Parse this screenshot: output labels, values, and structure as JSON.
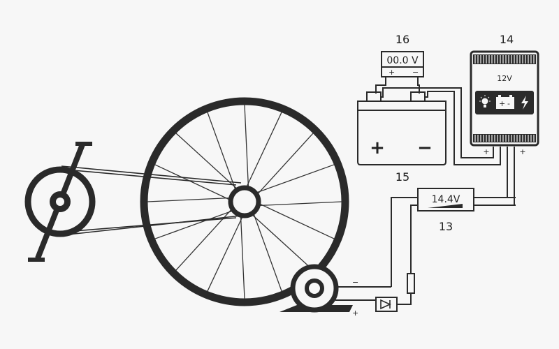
{
  "labels": {
    "voltmeter": "16",
    "controller": "14",
    "battery": "15",
    "converter": "13"
  },
  "voltmeter": {
    "reading": "00.0 V",
    "plus": "+",
    "minus": "−"
  },
  "controller": {
    "voltage": "12V",
    "battery_plus": "+",
    "battery_minus": "-",
    "terminal_plus_left": "+",
    "terminal_plus_right": "+"
  },
  "battery": {
    "plus": "+",
    "minus": "−"
  },
  "converter": {
    "reading": "14.4V"
  },
  "generator": {
    "minus": "−",
    "plus": "+"
  },
  "icons": [
    "bulb-icon",
    "battery-icon",
    "lightning-icon",
    "diode-icon",
    "fuse-icon"
  ],
  "colors": {
    "line": "#222222",
    "background": "#f7f7f7",
    "panel": "#2b2b2b"
  }
}
